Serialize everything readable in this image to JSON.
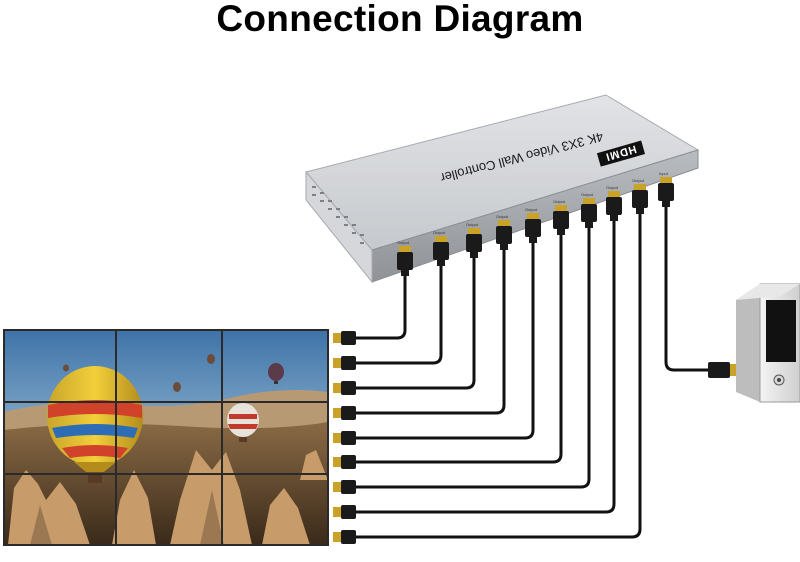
{
  "title": "Connection Diagram",
  "device": {
    "label": "4K 3X3 Video Wall Controller",
    "logo": "HDMI",
    "output_port_label": "Output",
    "input_port_label": "Input",
    "output_count": 9
  },
  "video_wall": {
    "rows": 3,
    "cols": 3
  },
  "source_pc": {
    "type": "desktop computer"
  },
  "colors": {
    "device_body": "#c9ccd0",
    "cable": "#111111",
    "connector_gold": "#c9a227"
  }
}
